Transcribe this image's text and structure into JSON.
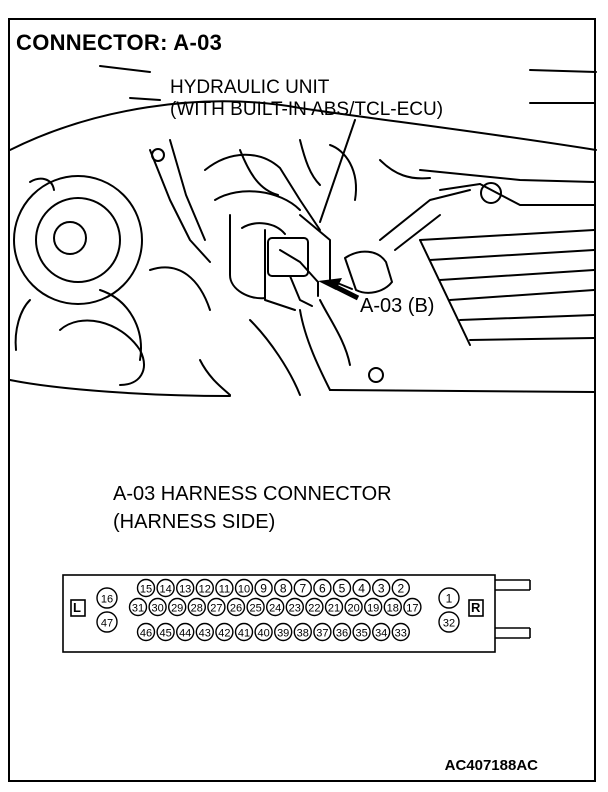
{
  "title": "CONNECTOR: A-03",
  "callouts": {
    "hydraulic_line1": "HYDRAULIC UNIT",
    "hydraulic_line2": "(WITH BUILT-IN ABS/TCL-ECU)",
    "connector_label": "A-03 (B)"
  },
  "harness": {
    "title_line1": "A-03 HARNESS CONNECTOR",
    "title_line2": "(HARNESS SIDE)",
    "left_marker": "L",
    "right_marker": "R",
    "row1_pins": [
      "15",
      "14",
      "13",
      "12",
      "11",
      "10",
      "9",
      "8",
      "7",
      "6",
      "5",
      "4",
      "3",
      "2"
    ],
    "row2_pins": [
      "31",
      "30",
      "29",
      "28",
      "27",
      "26",
      "25",
      "24",
      "23",
      "22",
      "21",
      "20",
      "19",
      "18",
      "17"
    ],
    "row3_pins": [
      "46",
      "45",
      "44",
      "43",
      "42",
      "41",
      "40",
      "39",
      "38",
      "37",
      "36",
      "35",
      "34",
      "33"
    ],
    "left_pins": [
      "16",
      "47"
    ],
    "right_pins": [
      "1",
      "32"
    ]
  },
  "figure_code": "AC407188AC"
}
